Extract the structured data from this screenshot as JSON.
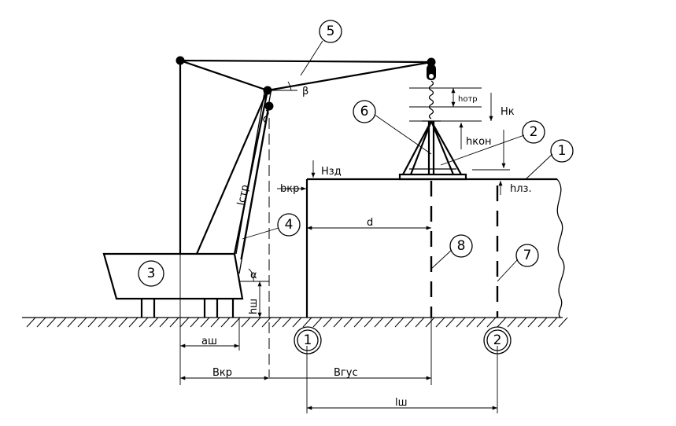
{
  "callouts": [
    "5",
    "6",
    "2",
    "1",
    "4",
    "3",
    "8",
    "7"
  ],
  "supports": [
    "1",
    "2"
  ],
  "labels": {
    "h_otr": "hотр",
    "H_k": "Hк",
    "h_kon": "hкон",
    "H_zd": "Hзд",
    "b_kr": "bкр",
    "h_lz": "hлз.",
    "l_str": "lстр",
    "d": "d",
    "h_sh": "hш",
    "alpha": "α",
    "beta": "β",
    "a_sh": "aш",
    "B_kr": "Bкр",
    "B_gus": "Bгус",
    "l_sh": "lш"
  }
}
